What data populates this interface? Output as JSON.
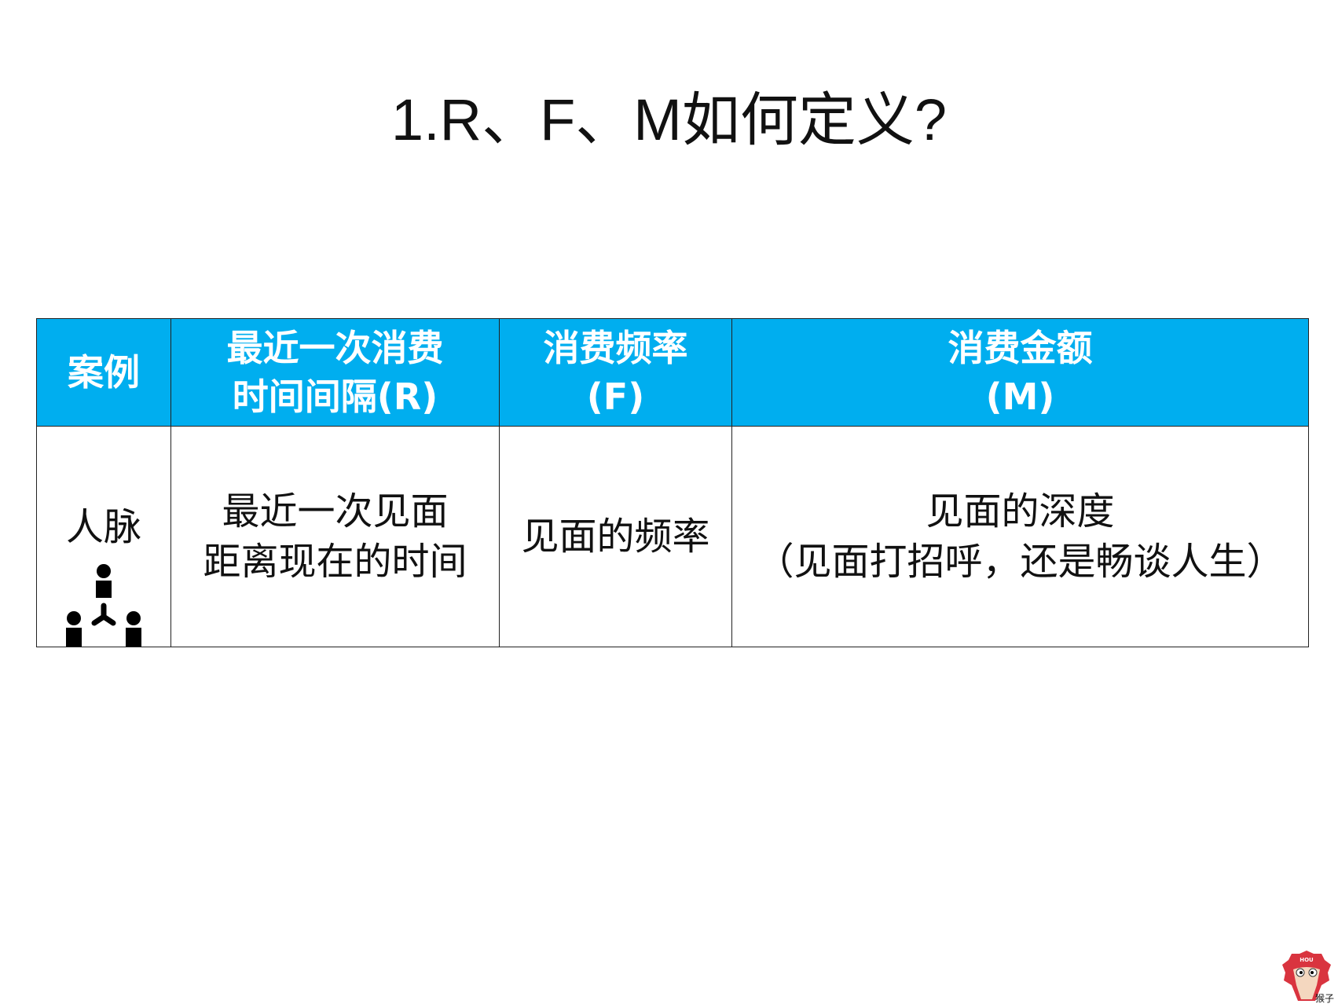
{
  "title": "1.R、F、M如何定义?",
  "table": {
    "headers": [
      {
        "lines": [
          "案例"
        ]
      },
      {
        "lines": [
          "最近一次消费",
          "时间间隔(R)"
        ]
      },
      {
        "lines": [
          "消费频率",
          "(F)"
        ]
      },
      {
        "lines": [
          "消费金额",
          "(M)"
        ]
      }
    ],
    "row": [
      {
        "lines": [
          "人脉"
        ],
        "icon": "people-network-icon"
      },
      {
        "lines": [
          "最近一次见面",
          "距离现在的时间"
        ]
      },
      {
        "lines": [
          "见面的频率"
        ]
      },
      {
        "lines": [
          "见面的深度",
          "（见面打招呼，还是畅谈人生）"
        ]
      }
    ],
    "header_color": "#00aeef"
  },
  "logo": {
    "badge_text": "HOU",
    "caption": "猴子"
  }
}
